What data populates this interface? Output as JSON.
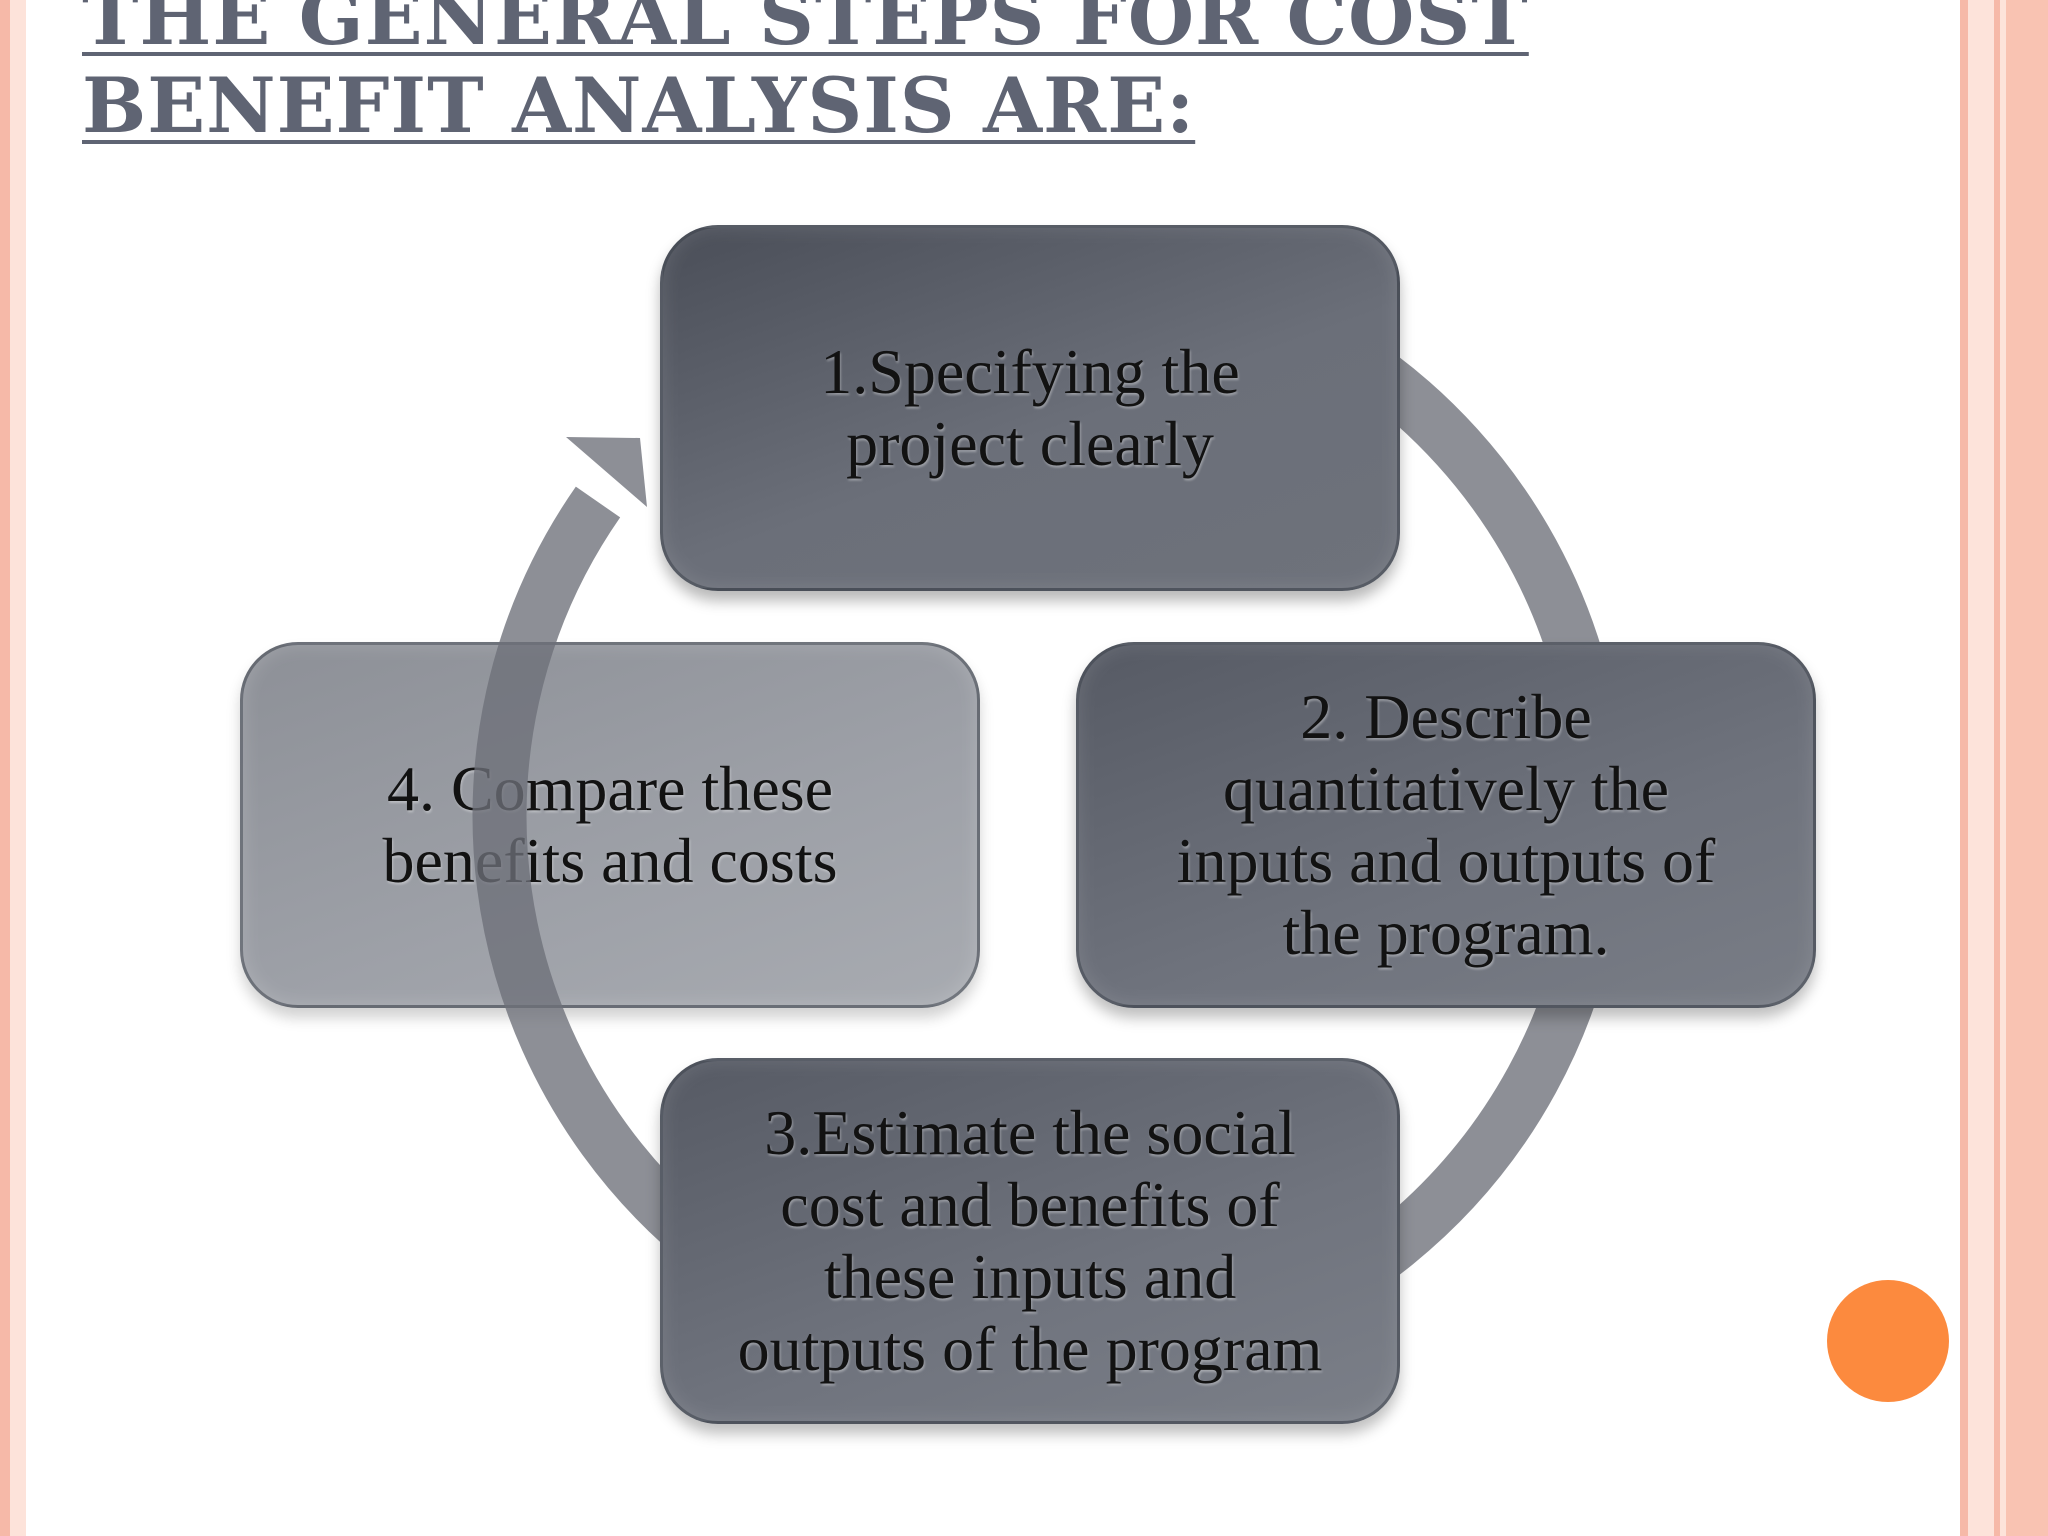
{
  "slide": {
    "title": "THE GENERAL STEPS FOR COST BENEFIT ANALYSIS ARE:"
  },
  "diagram": {
    "steps": [
      {
        "label": "1.Specifying the\nproject clearly"
      },
      {
        "label": "2. Describe\nquantitatively the\ninputs and outputs of\nthe program."
      },
      {
        "label": "3.Estimate the social\ncost and benefits of\nthese inputs and\noutputs of the program"
      },
      {
        "label": "4. Compare these\nbenefits and costs"
      }
    ]
  },
  "colors": {
    "accent_orange": "#fc8a3e",
    "border_salmon": "#f6b9a8",
    "title_gray": "#5f6473"
  }
}
